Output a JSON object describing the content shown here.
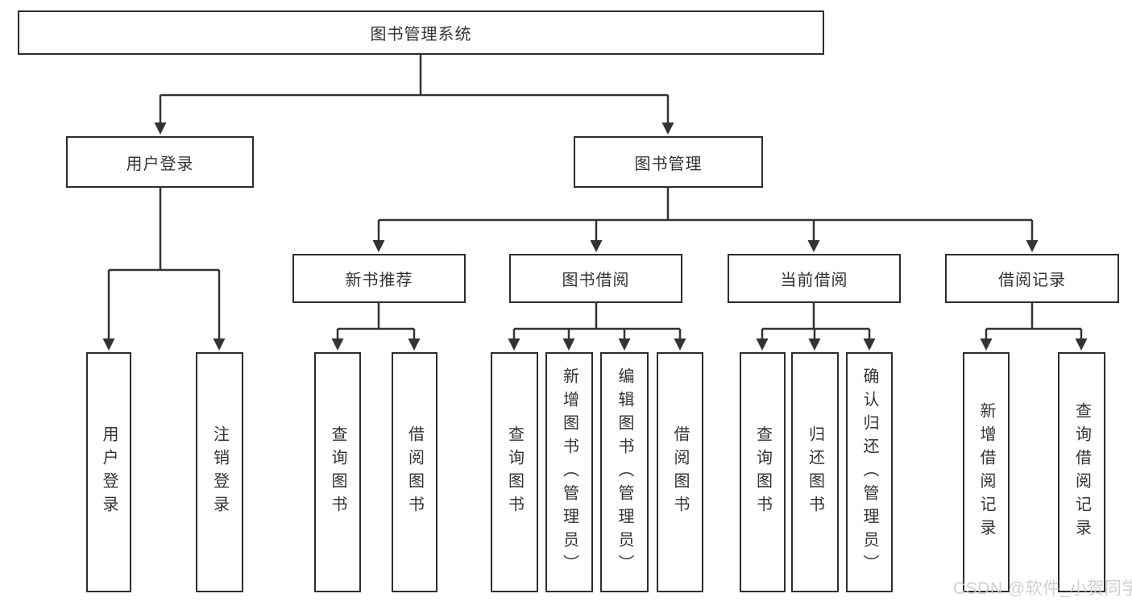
{
  "diagram": {
    "title": "图书管理系统",
    "watermark": "CSDN @软件_小贺同学",
    "colors": {
      "line": "#333333",
      "box_border": "#2d2d2d",
      "box_fill": "#ffffff",
      "text": "#333333",
      "watermark": "#cbcbcb",
      "background": "#ffffff"
    },
    "tree": {
      "label": "图书管理系统",
      "children": [
        {
          "label": "用户登录",
          "children": [
            {
              "label": "用户登录"
            },
            {
              "label": "注销登录"
            }
          ]
        },
        {
          "label": "图书管理",
          "children": [
            {
              "label": "新书推荐",
              "children": [
                {
                  "label": "查询图书"
                },
                {
                  "label": "借阅图书"
                }
              ]
            },
            {
              "label": "图书借阅",
              "children": [
                {
                  "label": "查询图书"
                },
                {
                  "label": "新增图书（管理员）"
                },
                {
                  "label": "编辑图书（管理员）"
                },
                {
                  "label": "借阅图书"
                }
              ]
            },
            {
              "label": "当前借阅",
              "children": [
                {
                  "label": "查询图书"
                },
                {
                  "label": "归还图书"
                },
                {
                  "label": "确认归还（管理员）"
                }
              ]
            },
            {
              "label": "借阅记录",
              "children": [
                {
                  "label": "新增借阅记录"
                },
                {
                  "label": "查询借阅记录"
                }
              ]
            }
          ]
        }
      ]
    }
  }
}
